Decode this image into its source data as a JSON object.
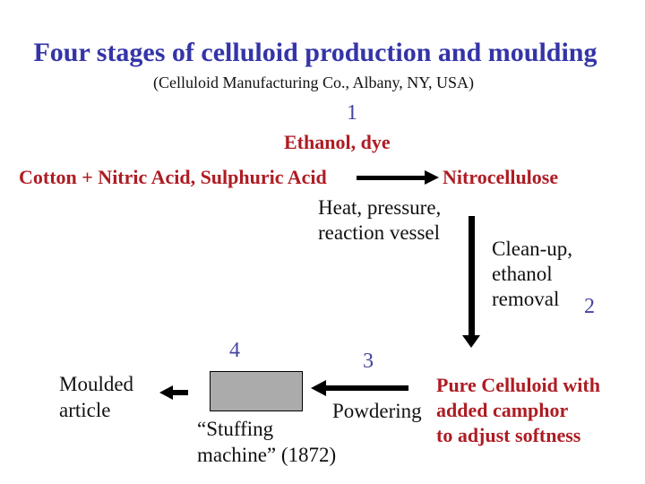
{
  "slide": {
    "title": "Four stages of celluloid production and moulding",
    "subtitle": "(Celluloid Manufacturing Co., Albany, NY, USA)"
  },
  "stage_numbers": {
    "n1": "1",
    "n2": "2",
    "n3": "3",
    "n4": "4"
  },
  "nodes": {
    "ethanol_dye": "Ethanol, dye",
    "cotton_acids": "Cotton + Nitric Acid, Sulphuric Acid",
    "nitrocellulose": "Nitrocellulose",
    "heat_pressure": [
      "Heat, pressure,",
      "reaction vessel"
    ],
    "cleanup": [
      "Clean-up,",
      "ethanol",
      "removal"
    ],
    "pure_celluloid": [
      "Pure Celluloid with",
      "added camphor",
      "to adjust softness"
    ],
    "powdering": "Powdering",
    "stuffing_machine": [
      "“Stuffing",
      "machine” (1872)"
    ],
    "moulded_article": [
      "Moulded",
      "article"
    ]
  },
  "colors": {
    "title_blue": "#3434a8",
    "number_blue": "#44449e",
    "label_red": "#ae1c23",
    "text_black": "#111111",
    "box_gray": "#ababab",
    "arrow_black": "#000000",
    "background": "#ffffff"
  }
}
